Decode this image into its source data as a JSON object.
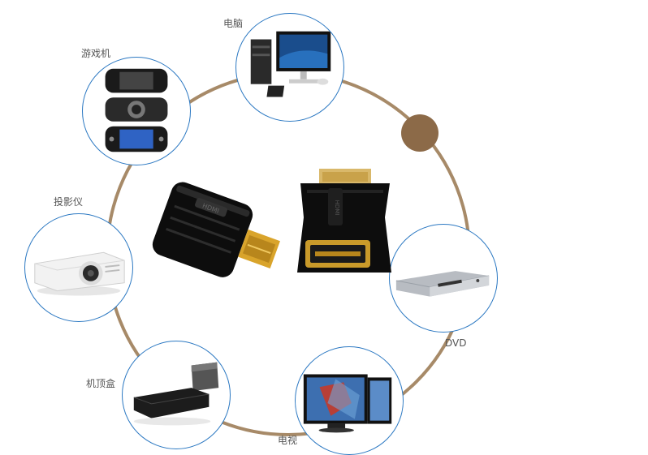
{
  "devices": {
    "computer": "电脑",
    "game": "游戏机",
    "projector": "投影仪",
    "dvd": "DVD",
    "stb": "机顶盒",
    "tv": "电视"
  },
  "adapter_text": "HDMI",
  "colors": {
    "ring": "#a78a68",
    "accent_dot": "#8c6a48",
    "node_border": "#2b78c2",
    "gold": "#d9a42b"
  }
}
